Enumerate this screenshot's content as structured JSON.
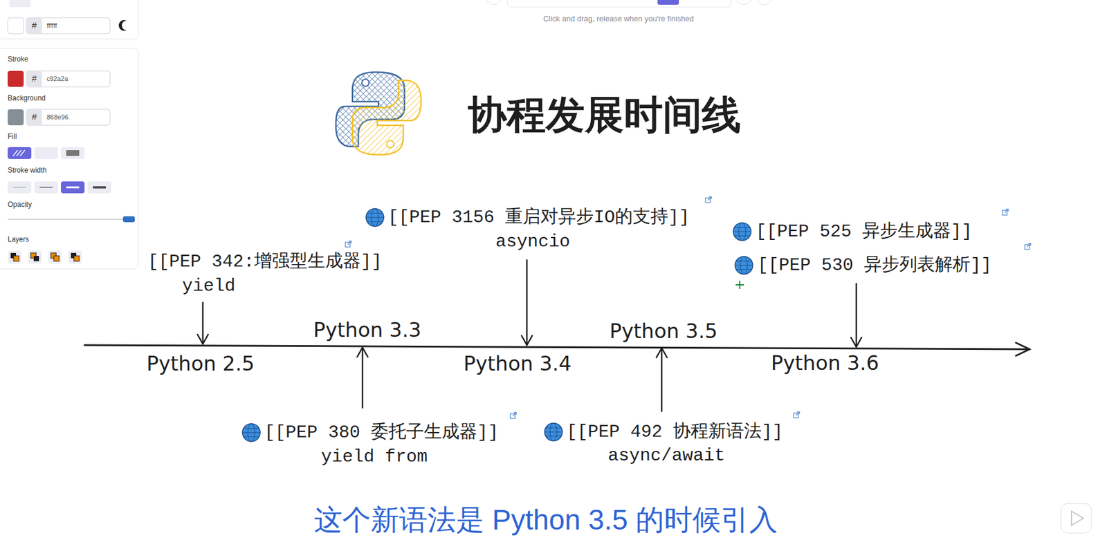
{
  "diagram": {
    "title": "协程发展时间线",
    "caption": "这个新语法是 Python 3.5 的时候引入",
    "labels": [
      "Click and drag, release when you're finished",
      "#",
      "ffffff",
      "Stroke",
      "#",
      "c92a2a",
      "Background",
      "#",
      "868e96",
      "Fill",
      "Stroke width",
      "Opacity",
      "Layers",
      "[[PEP 342:增强型生成器]]",
      "yield",
      "[[PEP 3156 重启对异步IO的支持]]",
      "asyncio",
      "[[PEP 525 异步生成器]]",
      "[[PEP 530 异步列表解析]]",
      "Python 3.3",
      "Python 3.5",
      "Python 2.5",
      "Python 3.4",
      "Python 3.6",
      "[[PEP 380 委托子生成器]]",
      "yield from",
      "[[PEP 492 协程新语法]]",
      "async/await"
    ]
  }
}
